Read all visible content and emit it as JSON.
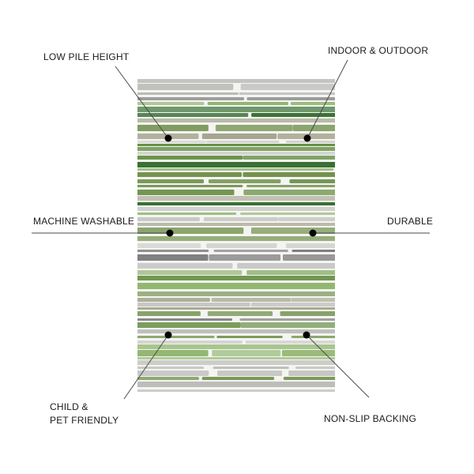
{
  "features": {
    "low_pile": "LOW PILE HEIGHT",
    "indoor_outdoor": "INDOOR & OUTDOOR",
    "machine_washable": "MACHINE WASHABLE",
    "durable": "DURABLE",
    "child_pet_line1": "CHILD &",
    "child_pet_line2": "PET FRIENDLY",
    "non_slip": "NON-SLIP BACKING"
  },
  "colors": {
    "text": "#1a1a1a",
    "marker": "#000000",
    "leader_line": "#4a4a4a",
    "rug_stripes": [
      "#5e8a3a",
      "#8db36a",
      "#a6a58f",
      "#7b7b7b",
      "#b9bab6",
      "#2f6b2c",
      "#cfd0cd",
      "#6f8f4a"
    ]
  }
}
